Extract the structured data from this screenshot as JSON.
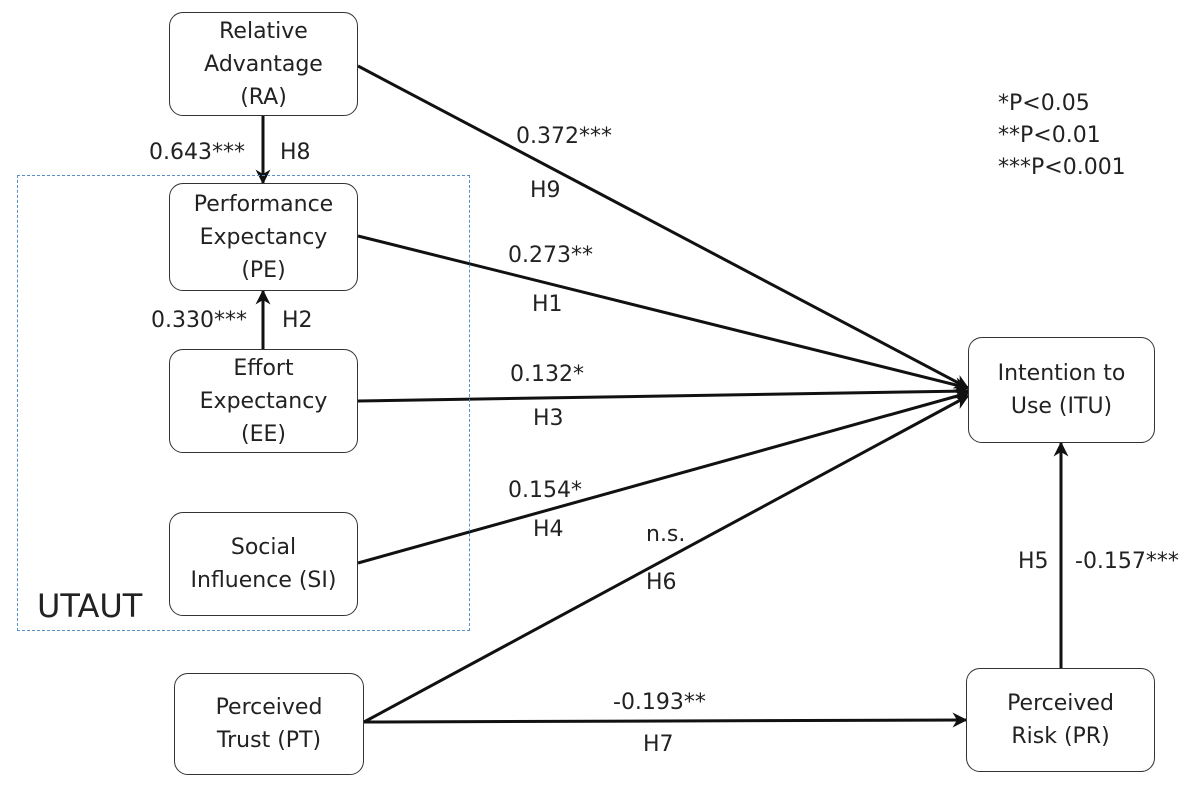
{
  "group": {
    "title": "UTAUT"
  },
  "constructs": {
    "ra": "Relative\nAdvantage\n(RA)",
    "pe": "Performance\nExpectancy\n(PE)",
    "ee": "Effort\nExpectancy\n(EE)",
    "si": "Social\nInfluence (SI)",
    "pt": "Perceived\nTrust (PT)",
    "itu": "Intention to\nUse (ITU)",
    "pr": "Perceived\nRisk (PR)"
  },
  "paths": [
    {
      "id": "h9",
      "from": "ra",
      "to": "itu",
      "hypothesis": "H9",
      "coefficient": "0.372***"
    },
    {
      "id": "h1",
      "from": "pe",
      "to": "itu",
      "hypothesis": "H1",
      "coefficient": "0.273**"
    },
    {
      "id": "h3",
      "from": "ee",
      "to": "itu",
      "hypothesis": "H3",
      "coefficient": "0.132*"
    },
    {
      "id": "h4",
      "from": "si",
      "to": "itu",
      "hypothesis": "H4",
      "coefficient": "0.154*"
    },
    {
      "id": "h6",
      "from": "pt",
      "to": "itu",
      "hypothesis": "H6",
      "coefficient": "n.s."
    },
    {
      "id": "h7",
      "from": "pt",
      "to": "pr",
      "hypothesis": "H7",
      "coefficient": "-0.193**"
    },
    {
      "id": "h5",
      "from": "pr",
      "to": "itu",
      "hypothesis": "H5",
      "coefficient": "-0.157***"
    },
    {
      "id": "h8",
      "from": "ra",
      "to": "pe",
      "hypothesis": "H8",
      "coefficient": "0.643***"
    },
    {
      "id": "h2",
      "from": "ee",
      "to": "pe",
      "hypothesis": "H2",
      "coefficient": "0.330***"
    }
  ],
  "legend": [
    "*P<0.05",
    "**P<0.01",
    "***P<0.001"
  ]
}
